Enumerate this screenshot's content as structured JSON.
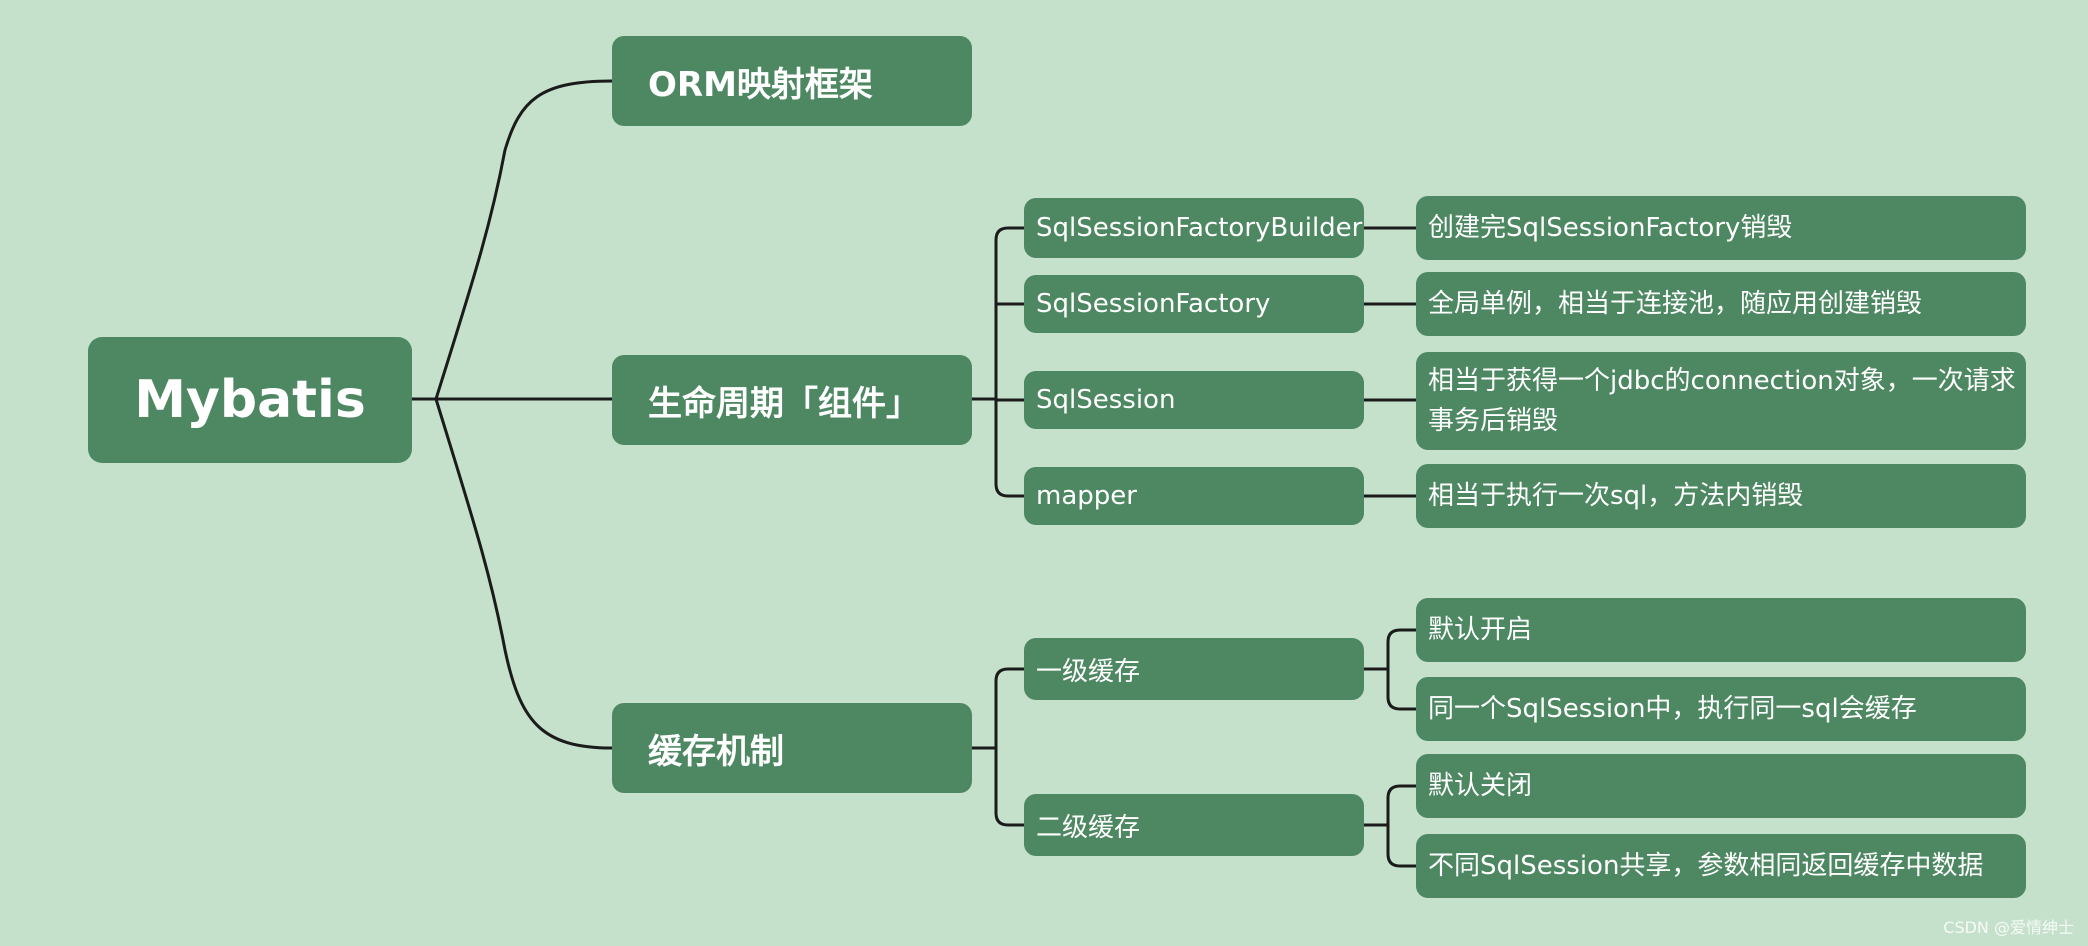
{
  "mindmap": {
    "root": {
      "label": "Mybatis"
    },
    "branches": [
      {
        "label": "ORM映射框架",
        "children": []
      },
      {
        "label": "生命周期「组件」",
        "children": [
          {
            "label": "SqlSessionFactoryBuilder",
            "children": [
              "创建完SqlSessionFactory销毁"
            ]
          },
          {
            "label": "SqlSessionFactory",
            "children": [
              "全局单例，相当于连接池，随应用创建销毁"
            ]
          },
          {
            "label": "SqlSession",
            "children": [
              "相当于获得一个jdbc的connection对象，一次请求事务后销毁"
            ]
          },
          {
            "label": "mapper",
            "children": [
              "相当于执行一次sql，方法内销毁"
            ]
          }
        ]
      },
      {
        "label": "缓存机制",
        "children": [
          {
            "label": "一级缓存",
            "children": [
              "默认开启",
              "同一个SqlSession中，执行同一sql会缓存"
            ]
          },
          {
            "label": "二级缓存",
            "children": [
              "默认关闭",
              "不同SqlSession共享，参数相同返回缓存中数据"
            ]
          }
        ]
      }
    ]
  },
  "watermark": "CSDN @爱情绅士",
  "colors": {
    "background": "#c5e1cc",
    "node": "#4d8862",
    "text": "#ffffff",
    "line": "#1b1b1b"
  }
}
